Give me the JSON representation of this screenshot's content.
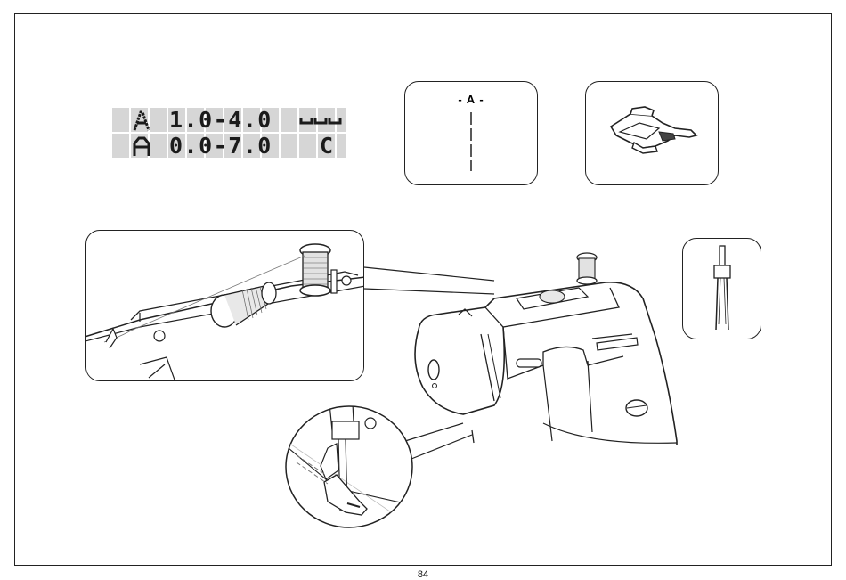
{
  "lcd_display": {
    "row1_text": "1.0-4.0",
    "row2_text": "0.0-7.0",
    "row2_symbol": "C"
  },
  "stitch_panel": {
    "label": "- A -"
  },
  "icons": {
    "presser_foot": "presser-foot-icon",
    "twin_needle": "twin-needle-icon",
    "spool": "spool-icon"
  },
  "footer": {
    "page_number": "84"
  }
}
